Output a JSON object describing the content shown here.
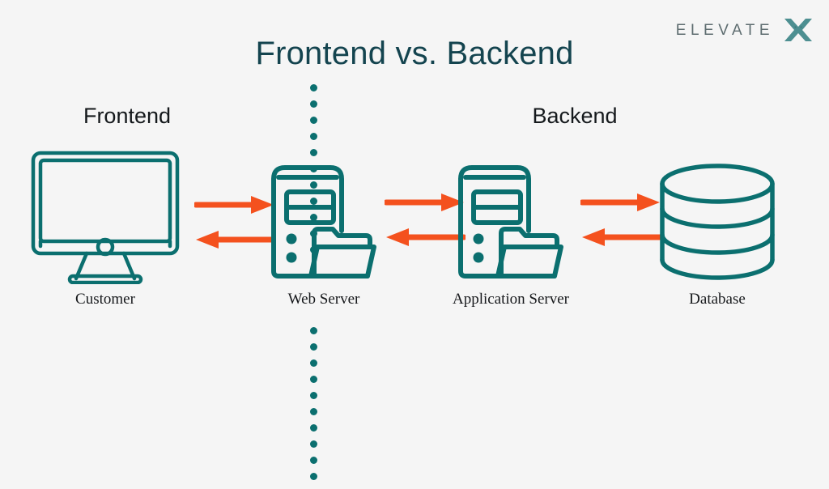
{
  "page": {
    "background_color": "#f5f5f5",
    "title": "Frontend vs. Backend",
    "title_color": "#14444f"
  },
  "logo": {
    "wordmark": "ELEVATE",
    "mark": "x-mark-icon",
    "word_color": "#5e6d70",
    "mark_color": "#4d8f91"
  },
  "sections": [
    {
      "id": "frontend",
      "label": "Frontend"
    },
    {
      "id": "backend",
      "label": "Backend"
    }
  ],
  "divider": {
    "style": "dotted-vertical",
    "color": "#0b6f6f",
    "dot_count_top": 11,
    "dot_count_bottom": 10
  },
  "nodes": [
    {
      "id": "customer",
      "label": "Customer",
      "icon": "monitor-icon"
    },
    {
      "id": "web-server",
      "label": "Web Server",
      "icon": "server-folder-icon"
    },
    {
      "id": "application-server",
      "label": "Application Server",
      "icon": "server-folder-icon"
    },
    {
      "id": "database",
      "label": "Database",
      "icon": "database-cylinder-icon"
    }
  ],
  "connections": [
    {
      "id": "customer-web",
      "from": "customer",
      "to": "web-server",
      "directions": [
        "right",
        "left"
      ]
    },
    {
      "id": "web-app",
      "from": "web-server",
      "to": "application-server",
      "directions": [
        "right",
        "left"
      ]
    },
    {
      "id": "app-database",
      "from": "application-server",
      "to": "database",
      "directions": [
        "right",
        "left"
      ]
    }
  ],
  "colors": {
    "teal": "#0b6f6f",
    "orange": "#f4511e",
    "dark_text": "#15191c",
    "serif_text": "#16181b"
  }
}
